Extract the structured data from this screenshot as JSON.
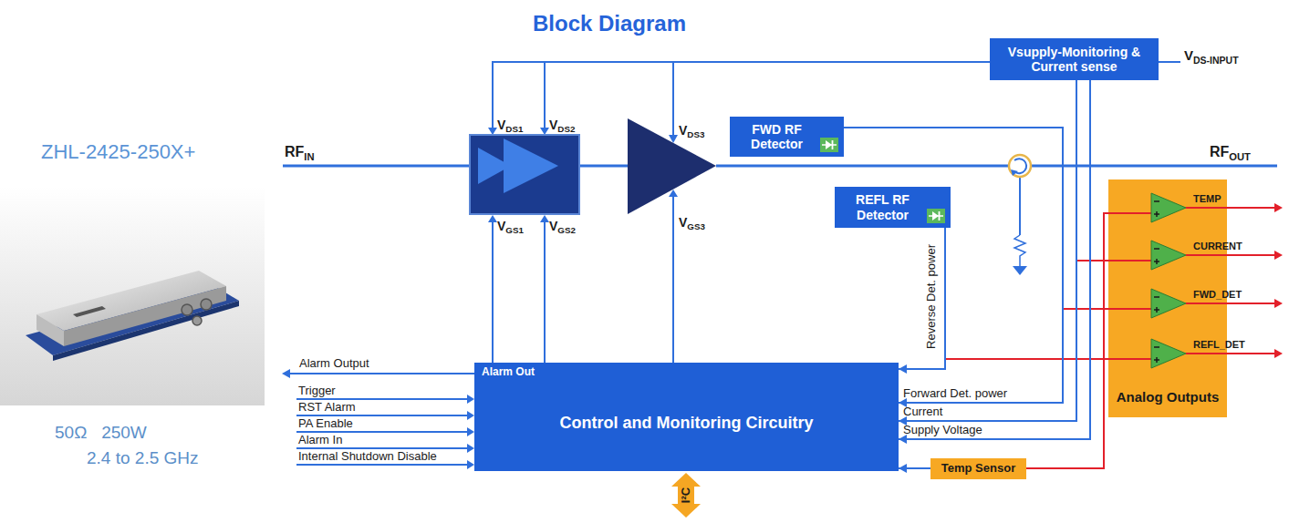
{
  "diagram": {
    "title": "Block Diagram",
    "nodes": [
      {
        "text": [
          "Vsupply-Monitoring & Current sense"
        ]
      },
      {
        "text": [
          "FWD RF Detector"
        ]
      },
      {
        "text": [
          "REFL RF Detector"
        ]
      },
      {
        "text": [
          "Analog Outputs"
        ]
      },
      {
        "text": [
          "Alarm Out",
          "Control and Monitoring Circuitry"
        ]
      },
      {
        "text": [
          "Temp Sensor"
        ]
      }
    ],
    "edges": [
      {
        "from": 0,
        "to": 4,
        "arrow": "to",
        "label": "Current"
      },
      {
        "from": 0,
        "to": 4,
        "arrow": "to",
        "label": "Supply Voltage"
      },
      {
        "from": 1,
        "to": 4,
        "arrow": "to",
        "label": "Forward Det. power"
      },
      {
        "from": 2,
        "to": 4,
        "arrow": "to",
        "label": "Reverse Det. power"
      },
      {
        "from": 5,
        "to": 4,
        "arrow": "to"
      },
      {
        "from": 5,
        "to": 3,
        "arrow": "none"
      },
      {
        "from": 0,
        "to": 3,
        "arrow": "none"
      },
      {
        "from": 1,
        "to": 3,
        "arrow": "none"
      },
      {
        "from": 2,
        "to": 3,
        "arrow": "none"
      }
    ],
    "labels": [
      "ZHL-2425-250X+",
      "50Ω   250W",
      "2.4 to 2.5 GHz",
      "RFIN",
      "VDS1",
      "VDS2",
      "VDS3",
      "VGS1",
      "VGS2",
      "VGS3",
      "VDS-INPUT",
      "RFOUT",
      "TEMP",
      "CURRENT",
      "FWD_DET",
      "REFL_DET",
      "Alarm Output",
      "Trigger",
      "RST Alarm",
      "PA Enable",
      "Alarm In",
      "Internal Shutdown Disable",
      "I²C"
    ]
  }
}
